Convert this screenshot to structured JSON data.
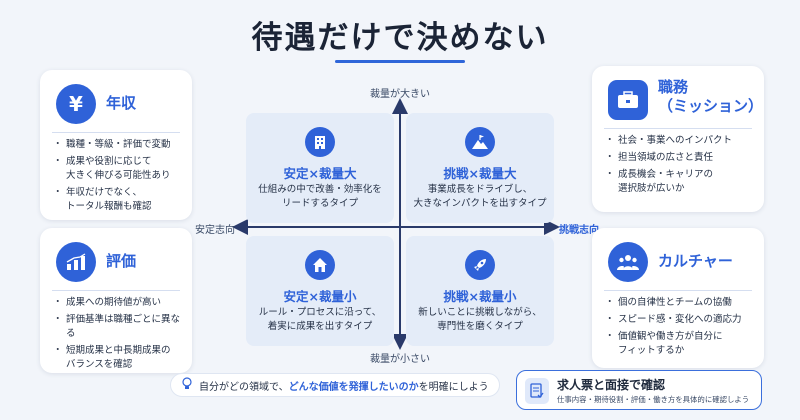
{
  "title": "待遇だけで決めない",
  "axes": {
    "top": "裁量が大きい",
    "bottom": "裁量が小さい",
    "left": "安定志向",
    "right": "挑戦志向"
  },
  "cards": {
    "salary": {
      "title": "年収",
      "items": [
        "職種・等級・評価で変動",
        "成果や役割に応じて\n大きく伸びる可能性あり",
        "年収だけでなく、\nトータル報酬も確認"
      ]
    },
    "evaluation": {
      "title": "評価",
      "items": [
        "成果への期待値が高い",
        "評価基準は職種ごとに異なる",
        "短期成果と中長期成果の\nバランスを確認"
      ]
    },
    "mission": {
      "title": "職務",
      "subtitle": "（ミッション）",
      "items": [
        "社会・事業へのインパクト",
        "担当領域の広さと責任",
        "成長機会・キャリアの\n選択肢が広いか"
      ]
    },
    "culture": {
      "title": "カルチャー",
      "items": [
        "個の自律性とチームの協働",
        "スピード感・変化への適応力",
        "価値観や働き方が自分に\nフィットするか"
      ]
    }
  },
  "quadrants": {
    "tl": {
      "title": "安定×裁量大",
      "desc": "仕組みの中で改善・効率化を\nリードするタイプ"
    },
    "tr": {
      "title": "挑戦×裁量大",
      "desc": "事業成長をドライブし、\n大きなインパクトを出すタイプ"
    },
    "bl": {
      "title": "安定×裁量小",
      "desc": "ルール・プロセスに沿って、\n着実に成果を出すタイプ"
    },
    "br": {
      "title": "挑戦×裁量小",
      "desc": "新しいことに挑戦しながら、\n専門性を磨くタイプ"
    }
  },
  "bottom": {
    "prefix": "自分がどの領域で、",
    "highlight": "どんな価値を発揮したいのか",
    "suffix": "を明確にしよう"
  },
  "confirm": {
    "title": "求人票と面接で確認",
    "subtitle": "仕事内容・期待役割・評価・働き方を具体的に確認しよう"
  },
  "colors": {
    "accent": "#2f62d8",
    "quadrant_bg": "#e4ecf8",
    "background": "#f2f5fa"
  }
}
